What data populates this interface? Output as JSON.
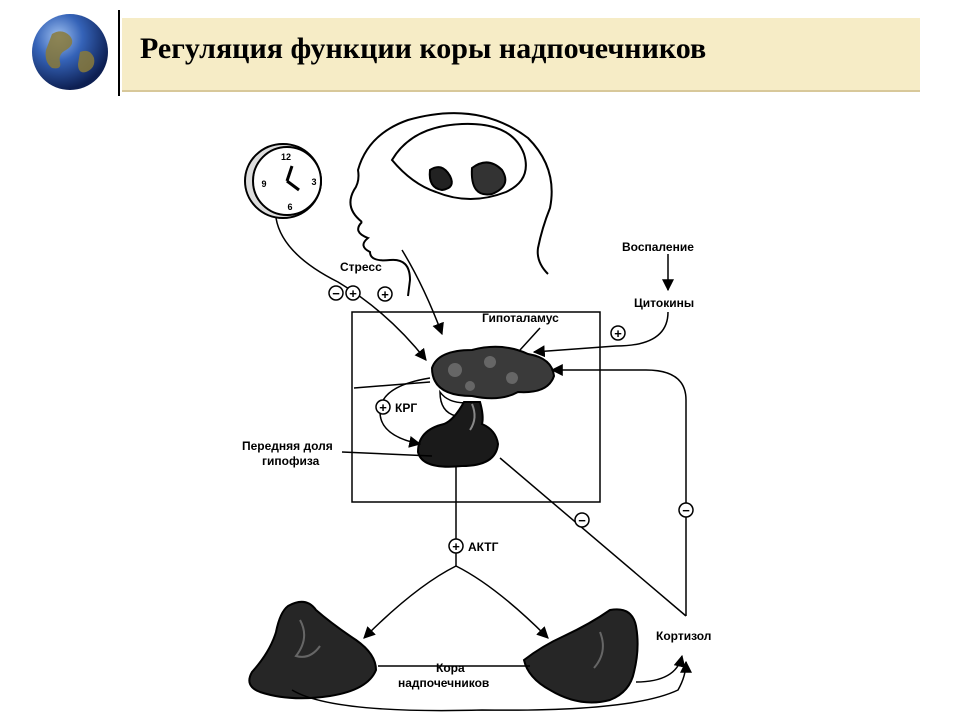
{
  "slide": {
    "title": "Регуляция функции коры надпочечников"
  },
  "clock": {
    "n12": "12",
    "n3": "3",
    "n6": "6",
    "n9": "9"
  },
  "diagram": {
    "stress": "Стресс",
    "inflammation": "Воспаление",
    "cytokines": "Цитокины",
    "hypothalamus": "Гипоталамус",
    "crh": "КРГ",
    "pituitary_line1": "Передняя доля",
    "pituitary_line2": "гипофиза",
    "acth": "АКТГ",
    "cortisol": "Кортизол",
    "adrenal_line1": "Кора",
    "adrenal_line2": "надпочечников",
    "plus": "+",
    "minus": "−"
  },
  "colors": {
    "header": "#f6ecc6",
    "ink": "#000000"
  }
}
